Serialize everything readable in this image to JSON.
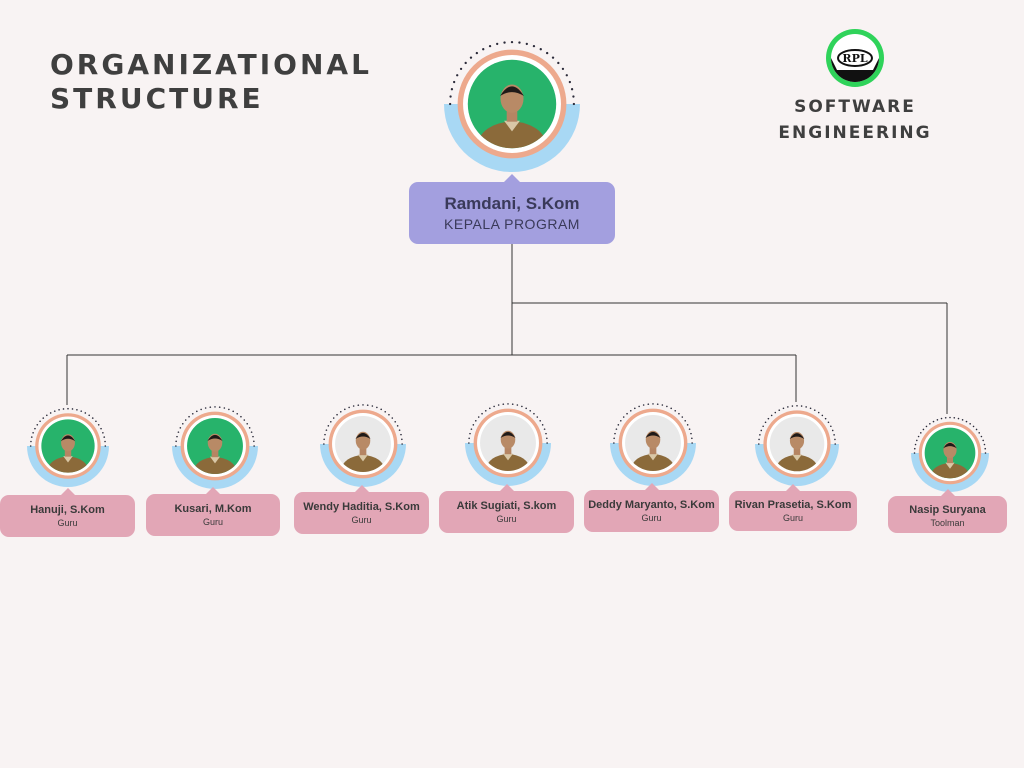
{
  "title": {
    "line1": "ORGANIZATIONAL",
    "line2": "STRUCTURE"
  },
  "brand": {
    "line1": "SOFTWARE",
    "line2": "ENGINEERING",
    "logo_text": "RPL",
    "logo_icon": "rpl-logo-icon",
    "logo_colors": [
      "#2fd35a",
      "#111111",
      "#ffffff"
    ]
  },
  "head": {
    "name": "Ramdani, S.Kom",
    "role": "KEPALA PROGRAM",
    "photo_bg": "green"
  },
  "members": [
    {
      "name": "Hanuji, S.Kom",
      "role": "Guru",
      "photo_bg": "green"
    },
    {
      "name": "Kusari, M.Kom",
      "role": "Guru",
      "photo_bg": "green"
    },
    {
      "name": "Wendy Haditia, S.Kom",
      "role": "Guru",
      "photo_bg": "white"
    },
    {
      "name": "Atik Sugiati, S.kom",
      "role": "Guru",
      "photo_bg": "white"
    },
    {
      "name": "Deddy Maryanto, S.Kom",
      "role": "Guru",
      "photo_bg": "white"
    },
    {
      "name": "Rivan Prasetia, S.Kom",
      "role": "Guru",
      "photo_bg": "white"
    },
    {
      "name": "Nasip Suryana",
      "role": "Toolman",
      "photo_bg": "green"
    }
  ],
  "colors": {
    "background": "#f8f3f3",
    "head_card": "#a39fdf",
    "member_card": "#e2a6b6",
    "ring_orange": "#eda98d",
    "ring_blue": "#a8d8f4",
    "photo_green": "#27b36b",
    "uniform": "#8b6a3a",
    "connector": "#333333"
  }
}
